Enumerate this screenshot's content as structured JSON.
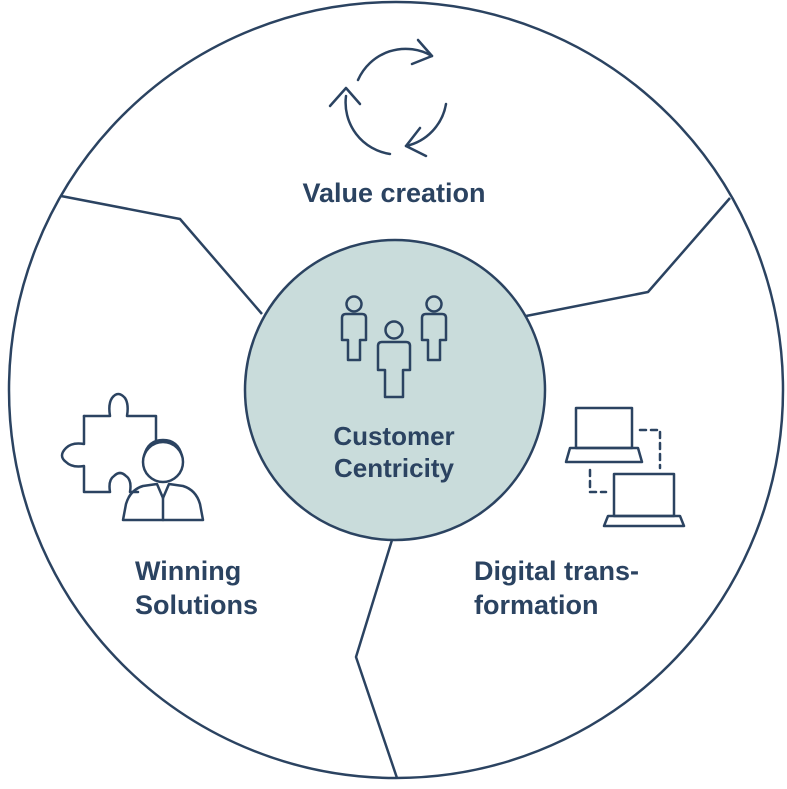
{
  "colors": {
    "line": "#2b4361",
    "center_fill": "#c9dcdb",
    "text": "#2b4361",
    "background": "#ffffff"
  },
  "center": {
    "line1": "Customer",
    "line2": "Centricity",
    "icon": "people-group-icon"
  },
  "segments": {
    "top": {
      "label": "Value creation",
      "icon": "cycle-arrows-icon"
    },
    "left": {
      "line1": "Winning",
      "line2": "Solutions",
      "icon": "puzzle-person-icon"
    },
    "right": {
      "line1": "Digital trans-",
      "line2": "formation",
      "icon": "connected-laptops-icon"
    }
  }
}
